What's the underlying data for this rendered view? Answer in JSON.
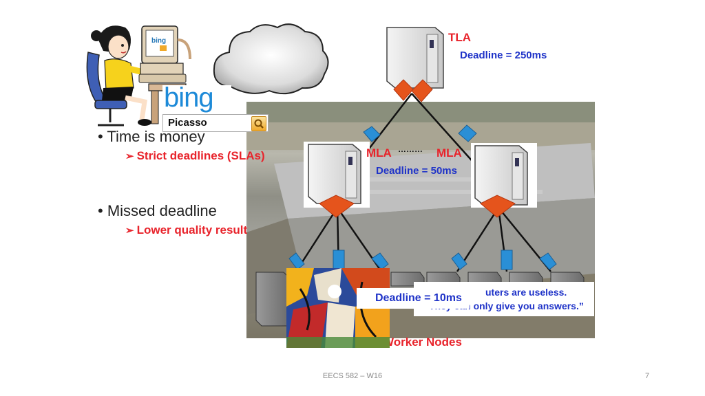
{
  "bing": {
    "logo_text": "bing",
    "query": "Picasso",
    "search_icon": "magnifier-icon"
  },
  "bullets": [
    {
      "text": "Time is money",
      "sub": "Strict deadlines (SLAs)"
    },
    {
      "text": "Missed deadline",
      "sub": "Lower quality result"
    }
  ],
  "tree": {
    "tla_label": "TLA",
    "tla_deadline": "Deadline = 250ms",
    "mla_left_label": "MLA",
    "mla_ellipsis": "………",
    "mla_right_label": "MLA",
    "mla_deadline": "Deadline = 50ms",
    "worker_deadline": "Deadline = 10ms",
    "worker_label": "Worker Nodes"
  },
  "quote": {
    "line1": "uters are useless.",
    "line2": "They can only give you answers.”"
  },
  "footer": {
    "course": "EECS 582 – W16",
    "page": "7"
  },
  "colors": {
    "red": "#e8232b",
    "blue": "#1f33c8",
    "connector_red": "#e5541c",
    "connector_blue": "#2a8fd6"
  }
}
